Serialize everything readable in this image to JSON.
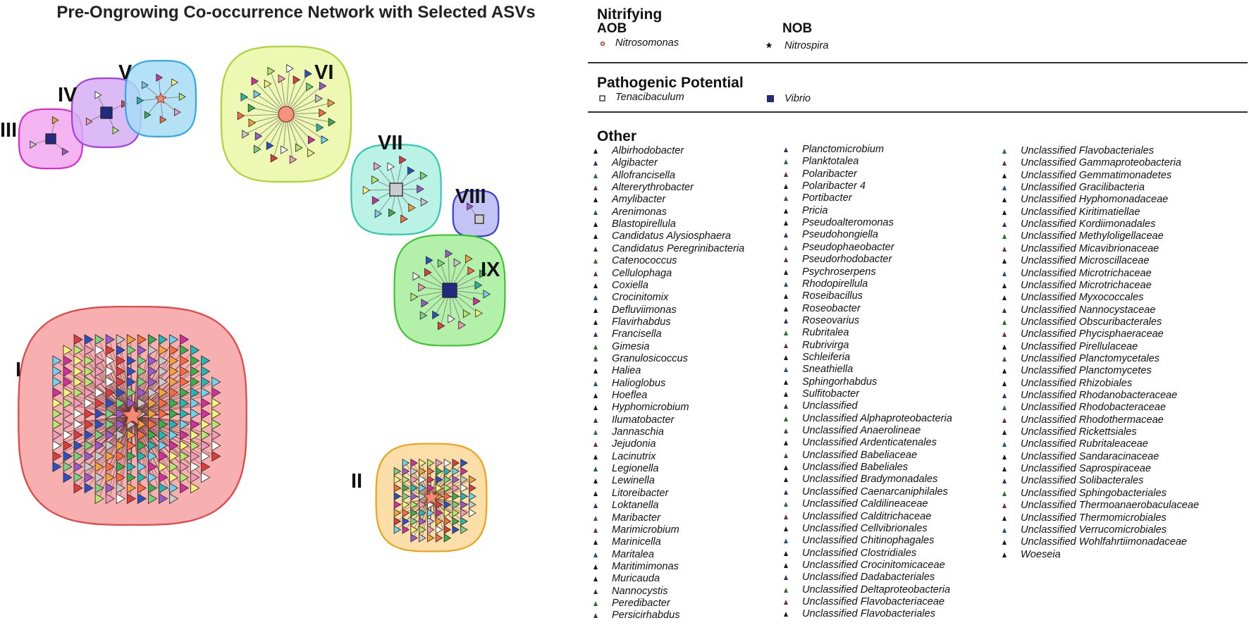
{
  "title": "Pre-Ongrowing Co-occurrence Network with Selected ASVs",
  "clusters": [
    {
      "label": "I",
      "hub_shape": "star",
      "hub_color": "#f58a72",
      "fill": "#f7a1a1",
      "stroke": "#e04444",
      "satellites": 200
    },
    {
      "label": "II",
      "hub_shape": "star",
      "hub_color": "#f58a72",
      "fill": "#fbd89a",
      "stroke": "#eea21c",
      "satellites": 60
    },
    {
      "label": "III",
      "hub_shape": "square",
      "hub_color": "#1f2a80",
      "fill": "#f2a6ef",
      "stroke": "#d62ec9",
      "satellites": 3
    },
    {
      "label": "IV",
      "hub_shape": "square",
      "hub_color": "#1f2a80",
      "fill": "#d6aef5",
      "stroke": "#a43fe0",
      "satellites": 4
    },
    {
      "label": "V",
      "hub_shape": "star",
      "hub_color": "#f58a72",
      "fill": "#a8dcf4",
      "stroke": "#2ea8e6",
      "satellites": 8
    },
    {
      "label": "VI",
      "hub_shape": "circle",
      "hub_color": "#f3947e",
      "fill": "#eaf7a6",
      "stroke": "#a7d636",
      "satellites": 30
    },
    {
      "label": "VII",
      "hub_shape": "square",
      "hub_color": "#cccccc",
      "fill": "#aef0e0",
      "stroke": "#2ec9b0",
      "satellites": 14
    },
    {
      "label": "VIII",
      "hub_shape": "square",
      "hub_color": "#cccccc",
      "fill": "#b8b8f4",
      "stroke": "#3b3be0",
      "satellites": 1
    },
    {
      "label": "IX",
      "hub_shape": "square",
      "hub_color": "#1f2a80",
      "fill": "#a6ef9c",
      "stroke": "#3cc42e",
      "satellites": 22
    }
  ],
  "legend": {
    "nitrifying": {
      "heading": "Nitrifying",
      "aob": {
        "label": "AOB",
        "taxon": "Nitrosomonas",
        "marker": "circle"
      },
      "nob": {
        "label": "NOB",
        "taxon": "Nitrospira",
        "marker": "star"
      }
    },
    "pathogenic": {
      "heading": "Pathogenic Potential",
      "items": [
        {
          "taxon": "Tenacibaculum",
          "marker": "square-open"
        },
        {
          "taxon": "Vibrio",
          "marker": "square-filled"
        }
      ]
    },
    "other": {
      "heading": "Other",
      "columns": [
        [
          "Albirhodobacter",
          "Algibacter",
          "Allofrancisella",
          "Altererythrobacter",
          "Amylibacter",
          "Arenimonas",
          "Blastopirellula",
          "Candidatus Alysiosphaera",
          "Candidatus Peregrinibacteria",
          "Catenococcus",
          "Cellulophaga",
          "Coxiella",
          "Crocinitomix",
          "Defluviimonas",
          "Flavirhabdus",
          "Francisella",
          "Gimesia",
          "Granulosicoccus",
          "Haliea",
          "Halioglobus",
          "Hoeflea",
          "Hyphomicrobium",
          "Ilumatobacter",
          "Jannaschia",
          "Jejudonia",
          "Lacinutrix",
          "Legionella",
          "Lewinella",
          "Litoreibacter",
          "Loktanella",
          "Maribacter",
          "Marimicrobium",
          "Marinicella",
          "Maritalea",
          "Maritimimonas",
          "Muricauda",
          "Nannocystis",
          "Peredibacter",
          "Persicirhabdus"
        ],
        [
          "Planctomicrobium",
          "Planktotalea",
          "Polaribacter",
          "Polaribacter 4",
          "Portibacter",
          "Pricia",
          "Pseudoalteromonas",
          "Pseudohongiella",
          "Pseudophaeobacter",
          "Pseudorhodobacter",
          "Psychroserpens",
          "Rhodopirellula",
          "Roseibacillus",
          "Roseobacter",
          "Roseovarius",
          "Rubritalea",
          "Rubrivirga",
          "Schleiferia",
          "Sneathiella",
          "Sphingorhabdus",
          "Sulfitobacter",
          "Unclassified",
          "Unclassified Alphaproteobacteria",
          "Unclassified Anaerolineae",
          "Unclassified Ardenticatenales",
          "Unclassified Babeliaceae",
          "Unclassified Babeliales",
          "Unclassified Bradymonadales",
          "Unclassified Caenarcaniphilales",
          "Unclassified Caldilineaceae",
          "Unclassified Calditrichaceae",
          "Unclassified Cellvibrionales",
          "Unclassified Chitinophagales",
          "Unclassified Clostridiales",
          "Unclassified Crocinitomicaceae",
          "Unclassified Dadabacteriales",
          "Unclassified Deltaproteobacteria",
          "Unclassified Flavobacteriaceae",
          "Unclassified Flavobacteriales"
        ],
        [
          "Unclassified Flavobacteriales",
          "Unclassified Gammaproteobacteria",
          "Unclassified Gemmatimonadetes",
          "Unclassified Gracilibacteria",
          "Unclassified Hyphomonadaceae",
          "Unclassified Kiritimatiellae",
          "Unclassified Kordiimonadales",
          "Unclassified Methyloligellaceae",
          "Unclassified Micavibrionaceae",
          "Unclassified Microscillaceae",
          "Unclassified Microtrichaceae",
          "Unclassified Microtrichaceae",
          "Unclassified Myxococcales",
          "Unclassified Nannocystaceae",
          "Unclassified Obscuribacterales",
          "Unclassified Phycisphaeraceae",
          "Unclassified Pirellulaceae",
          "Unclassified Planctomycetales",
          "Unclassified Planctomycetes",
          "Unclassified Rhizobiales",
          "Unclassified Rhodanobacteraceae",
          "Unclassified Rhodobacteraceae",
          "Unclassified Rhodothermaceae",
          "Unclassified Rickettsiales",
          "Unclassified Rubritaleaceae",
          "Unclassified Sandaracinaceae",
          "Unclassified Saprospiraceae",
          "Unclassified Solibacterales",
          "Unclassified Sphingobacteriales",
          "Unclassified Thermoanaerobaculaceae",
          "Unclassified Thermomicrobiales",
          "Unclassified Verrucomicrobiales",
          "Unclassified Wohlfahrtiimonadaceae",
          "Woeseia"
        ]
      ]
    }
  }
}
